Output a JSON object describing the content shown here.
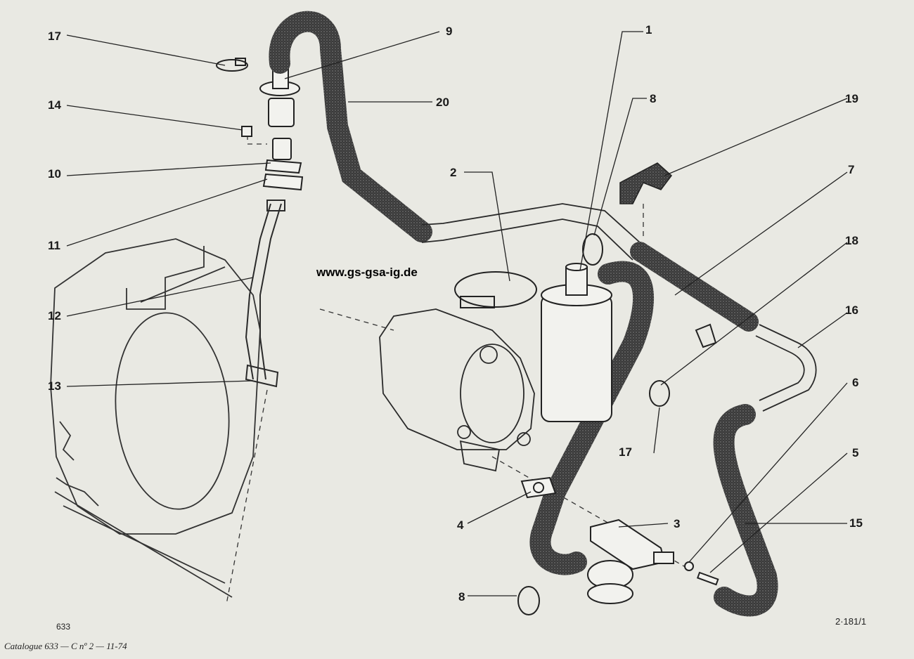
{
  "website": "www.gs-gsa-ig.de",
  "page_number": "633",
  "catalogue_line": "Catalogue 633 — C nº 2 — 11-74",
  "reference_code": "2·181/1",
  "callouts": [
    "17",
    "14",
    "10",
    "11",
    "12",
    "13",
    "9",
    "20",
    "2",
    "1",
    "8",
    "19",
    "7",
    "18",
    "16",
    "6",
    "17",
    "5",
    "4",
    "3",
    "15",
    "8"
  ],
  "colors": {
    "paper": "#e9e9e3",
    "ink": "#1a1a1a",
    "hose": "#2a2a2a"
  }
}
